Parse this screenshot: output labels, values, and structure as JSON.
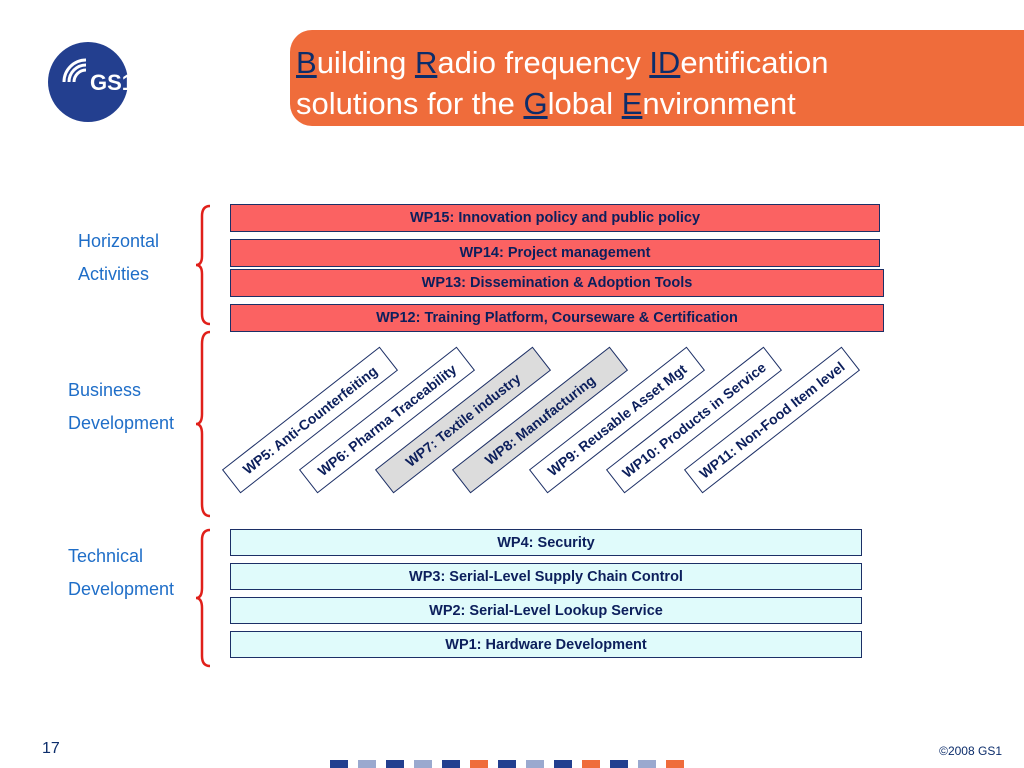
{
  "title": {
    "line1": [
      {
        "text": "B",
        "hl": true
      },
      {
        "text": "uilding ",
        "hl": false
      },
      {
        "text": "R",
        "hl": true
      },
      {
        "text": "adio frequency ",
        "hl": false
      },
      {
        "text": "ID",
        "hl": true
      },
      {
        "text": "entification",
        "hl": false
      }
    ],
    "line2": [
      {
        "text": "solutions for the ",
        "hl": false
      },
      {
        "text": "G",
        "hl": true
      },
      {
        "text": "lobal ",
        "hl": false
      },
      {
        "text": "E",
        "hl": true
      },
      {
        "text": "nvironment",
        "hl": false
      }
    ]
  },
  "logo": {
    "text": "GS1"
  },
  "groups": {
    "horizontal": {
      "line1": "Horizontal",
      "line2": "Activities"
    },
    "business": {
      "line1": "Business",
      "line2": "Development"
    },
    "technical": {
      "line1": "Technical",
      "line2": "Development"
    }
  },
  "horizontal_wps": [
    "WP15: Innovation policy and public policy",
    "WP14: Project management",
    "WP13: Dissemination & Adoption Tools",
    "WP12: Training Platform, Courseware & Certification"
  ],
  "business_wps": [
    {
      "label": "WP5: Anti-Counterfeiting",
      "fill": "white"
    },
    {
      "label": "WP6: Pharma Traceability",
      "fill": "white"
    },
    {
      "label": "WP7: Textile industry",
      "fill": "grey"
    },
    {
      "label": "WP8: Manufacturing",
      "fill": "grey"
    },
    {
      "label": "WP9: Reusable Asset Mgt",
      "fill": "white"
    },
    {
      "label": "WP10: Products in Service",
      "fill": "white"
    },
    {
      "label": "WP11: Non-Food Item level",
      "fill": "white"
    }
  ],
  "technical_wps": [
    "WP4: Security",
    "WP3: Serial-Level Supply Chain Control",
    "WP2: Serial-Level Lookup Service",
    "WP1: Hardware Development"
  ],
  "footer": {
    "slide_number": "17",
    "copyright": "©2008 GS1"
  },
  "colors": {
    "banner": "#ef6c3b",
    "title_highlight": "#0c2d6b",
    "horizontal_fill": "#fb6262",
    "technical_fill": "#e0fbfb",
    "brace": "#e0201a",
    "group_label": "#1f6ec8"
  }
}
